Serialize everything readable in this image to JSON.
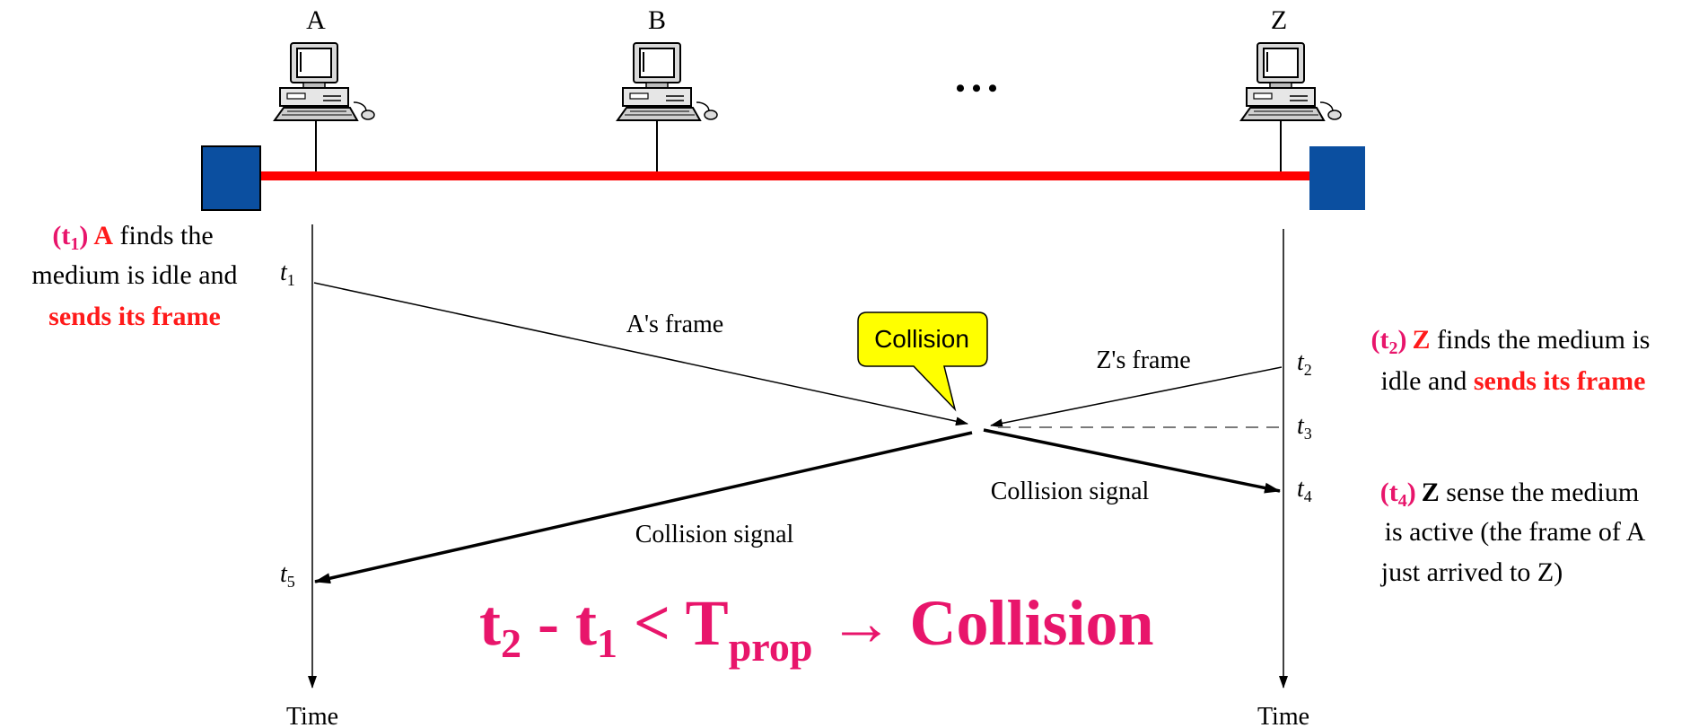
{
  "stations": [
    {
      "label": "A"
    },
    {
      "label": "B"
    },
    {
      "label": "Z"
    }
  ],
  "ellipsis": "• • •",
  "time_label_left": "Time",
  "time_label_right": "Time",
  "markers": {
    "t1": {
      "base": "t",
      "sub": "1"
    },
    "t2": {
      "base": "t",
      "sub": "2"
    },
    "t3": {
      "base": "t",
      "sub": "3"
    },
    "t4": {
      "base": "t",
      "sub": "4"
    },
    "t5": {
      "base": "t",
      "sub": "5"
    }
  },
  "signals": {
    "a_frame": "A's frame",
    "z_frame": "Z's frame",
    "collision_signal_right": "Collision signal",
    "collision_signal_left": "Collision signal",
    "collision_callout": "Collision"
  },
  "notes": {
    "t1": {
      "tag_open": "(t",
      "tag_sub": "1",
      "tag_close": ")",
      "actor": "A",
      "line1_rest": " finds the",
      "line2": "medium is idle and",
      "line3": "sends its frame"
    },
    "t2": {
      "tag_open": "(t",
      "tag_sub": "2",
      "tag_close": ")",
      "actor": "Z",
      "line1_rest": " finds the medium is",
      "line2_plain": "idle and ",
      "line2_emph": "sends its frame"
    },
    "t4": {
      "tag_open": "(t",
      "tag_sub": "4",
      "tag_close": ")",
      "actor": "Z",
      "line1_rest": " sense the medium",
      "line2": "is active  (the frame of A",
      "line3": "just arrived to Z)"
    }
  },
  "formula": {
    "t2": "t",
    "t2_sub": "2",
    "minus": " - ",
    "t1": "t",
    "t1_sub": "1",
    "lt": " < T",
    "tprop_sub": "prop",
    "arrow": " → ",
    "result": "Collision"
  },
  "colors": {
    "bus": "#ff0000",
    "terminator": "#0b4fa0",
    "accent_pink": "#e8156b",
    "accent_red": "#ff1a1a",
    "callout_fill": "#ffff00"
  }
}
